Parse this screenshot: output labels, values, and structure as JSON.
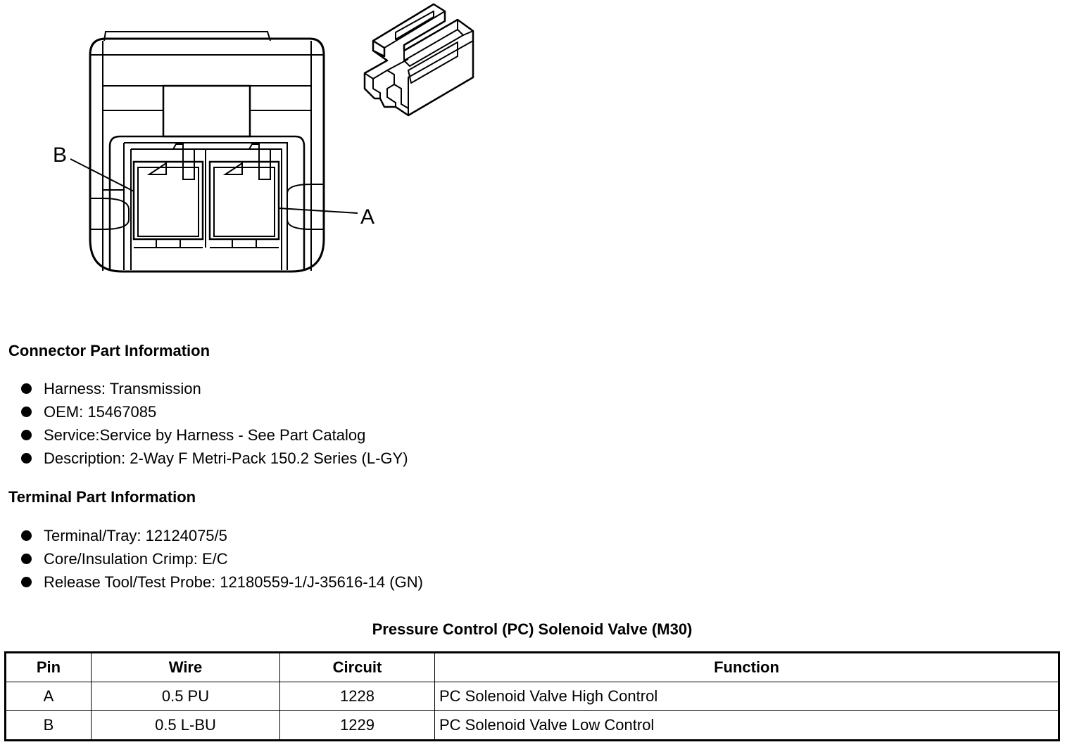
{
  "diagram": {
    "label_b": "B",
    "label_a": "A"
  },
  "connector": {
    "heading": "Connector Part Information",
    "items": [
      "Harness: Transmission",
      "OEM: 15467085",
      "Service:Service by Harness - See Part Catalog",
      "Description: 2-Way F Metri-Pack 150.2 Series (L-GY)"
    ]
  },
  "terminal": {
    "heading": "Terminal Part Information",
    "items": [
      "Terminal/Tray: 12124075/5",
      "Core/Insulation Crimp: E/C",
      "Release Tool/Test Probe: 12180559-1/J-35616-14 (GN)"
    ]
  },
  "table": {
    "title": "Pressure Control (PC) Solenoid Valve (M30)",
    "headers": [
      "Pin",
      "Wire",
      "Circuit",
      "Function"
    ],
    "rows": [
      [
        "A",
        "0.5 PU",
        "1228",
        "PC Solenoid Valve High Control"
      ],
      [
        "B",
        "0.5 L-BU",
        "1229",
        "PC Solenoid Valve Low Control"
      ]
    ]
  }
}
